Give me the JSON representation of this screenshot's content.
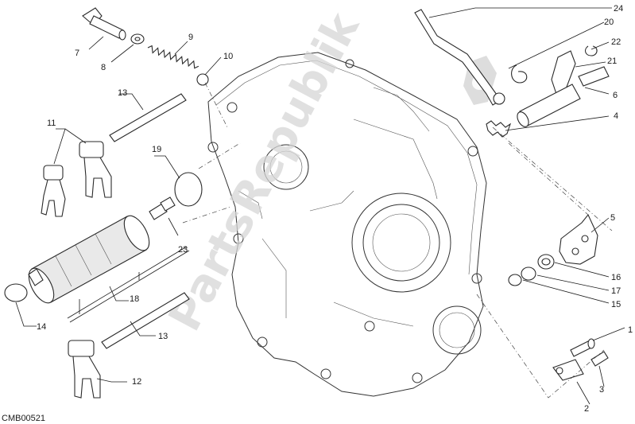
{
  "watermark": "PartsRepublik",
  "diagram_code": "CMB00521",
  "callouts": [
    "1",
    "2",
    "3",
    "4",
    "5",
    "6",
    "7",
    "8",
    "9",
    "10",
    "11",
    "12",
    "13",
    "13",
    "14",
    "15",
    "16",
    "17",
    "18",
    "19",
    "20",
    "21",
    "22",
    "23",
    "24"
  ]
}
